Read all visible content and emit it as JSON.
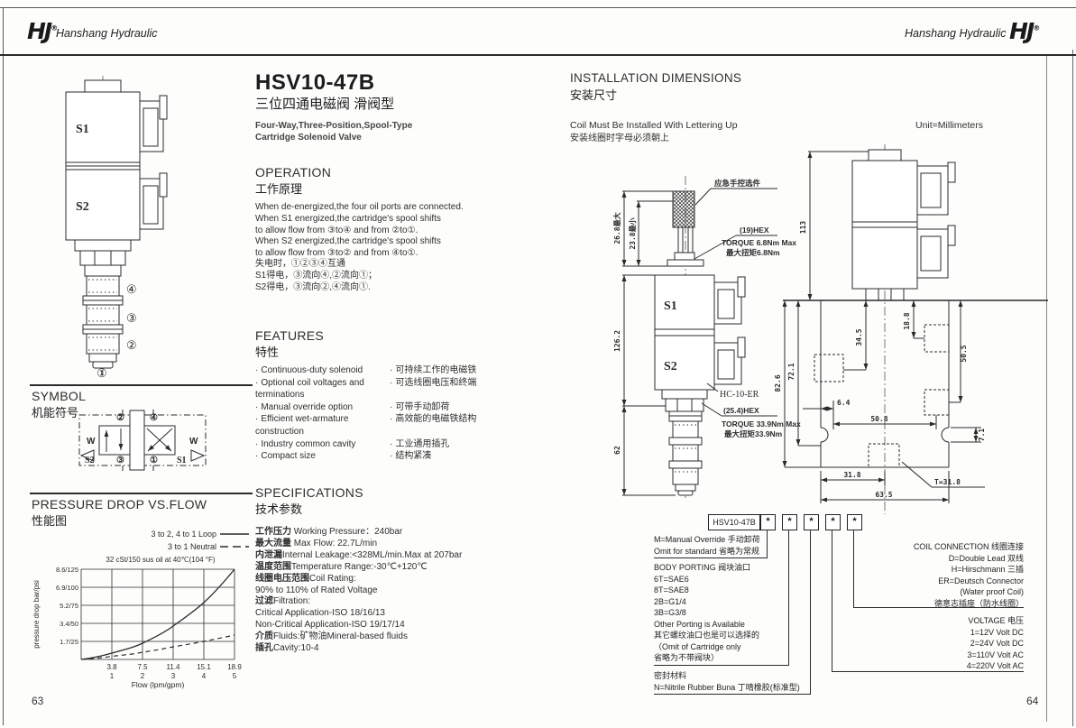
{
  "page": {
    "left_number": "63",
    "right_number": "64"
  },
  "header": {
    "brand": "Hanshang Hydraulic",
    "logo": "HJ",
    "reg": "®"
  },
  "title": {
    "model": "HSV10-47B",
    "model_cn": "三位四通电磁阀 滑阀型",
    "sub1": "Four-Way,Three-Position,Spool-Type",
    "sub2": "Cartridge Solenoid Valve"
  },
  "valve_drawing": {
    "s1": "S1",
    "s2": "S2",
    "p4": "④",
    "p3": "③",
    "p2": "②",
    "p1": "①"
  },
  "operation": {
    "en": "OPERATION",
    "cn": "工作原理",
    "en_lines": [
      "When de-energized,the four oil ports are connected.",
      "When S1 energized,the cartridge's spool shifts",
      "to allow flow from ③to④ and from ②to①.",
      "When S2 energized,the cartridge's spool shifts",
      "to allow flow from ③to② and from ④to①."
    ],
    "cn_lines": [
      "失电时，①②③④互通",
      "S1得电，③流向④,②流向①；",
      "S2得电，③流向②,④流向①."
    ]
  },
  "symbol": {
    "en": "SYMBOL",
    "cn": "机能符号",
    "p2": "②",
    "p4": "④",
    "p3": "③",
    "p1": "①",
    "s2": "S2",
    "s1": "S1",
    "w_left": "W",
    "w_right": "W"
  },
  "features": {
    "en": "FEATURES",
    "cn": "特性",
    "items": [
      {
        "en": "Continuous-duty solenoid",
        "cn": "可持续工作的电磁铁"
      },
      {
        "en": "Optional coil voltages and terminations",
        "cn": "可选线圈电压和终端"
      },
      {
        "en": "Manual override option",
        "cn": "可带手动卸荷"
      },
      {
        "en": "Efficient wet-armature construction",
        "cn": "高效能的电磁铁结构"
      },
      {
        "en": "Industry common cavity",
        "cn": "工业通用插孔"
      },
      {
        "en": "Compact size",
        "cn": "结构紧凑"
      }
    ]
  },
  "pressure_chart": {
    "en": "PRESSURE DROP VS.FLOW",
    "cn": "性能图",
    "legend1": "3 to 2, 4 to 1 Loop",
    "legend2": "3 to 1 Neutral",
    "note": "32 cSt/150 sus oil at 40℃(104 °F)",
    "ylabel": "pressure drop bar/psi",
    "xlabel": "Flow (lpm/gpm)",
    "y_ticks": [
      "8.6/125",
      "6.9/100",
      "5.2/75",
      "3.4/50",
      "1.7/25"
    ],
    "x_ticks_lpm": [
      "3.8",
      "7.5",
      "11.4",
      "15.1",
      "18.9"
    ],
    "x_ticks_gpm": [
      "1",
      "2",
      "3",
      "4",
      "5"
    ]
  },
  "chart_data": {
    "type": "line",
    "x_lpm": [
      0,
      3.8,
      7.5,
      11.4,
      15.1,
      18.9
    ],
    "series": [
      {
        "name": "3 to 2, 4 to 1 Loop",
        "style": "solid",
        "values_bar": [
          0,
          0.6,
          1.5,
          3.2,
          5.4,
          8.6
        ]
      },
      {
        "name": "3 to 1 Neutral",
        "style": "dashed",
        "values_bar": [
          0,
          0.3,
          0.7,
          1.2,
          1.7,
          2.3
        ]
      }
    ],
    "xlabel": "Flow (lpm/gpm)",
    "ylabel": "pressure drop bar/psi",
    "ylim": [
      0,
      8.6
    ],
    "xlim": [
      0,
      18.9
    ],
    "grid": true,
    "legend_position": "top",
    "note": "32 cSt/150 sus oil at 40℃(104 °F)"
  },
  "specifications": {
    "en": "SPECIFICATIONS",
    "cn": "技术参数",
    "rows": [
      {
        "cn": "工作压力",
        "en": "Working Pressure：240bar"
      },
      {
        "cn": "最大流量",
        "en": "Max Flow: 22.7L/min"
      },
      {
        "cn": "内泄漏",
        "en": "Internal Leakage:<328ML/min.Max at 207bar"
      },
      {
        "cn": "温度范围",
        "en": "Temperature Range:-30℃+120℃"
      },
      {
        "cn": "线圈电压范围",
        "en": "Coil Rating:"
      },
      {
        "cn": "",
        "en": "90% to 110% of Rated Voltage"
      },
      {
        "cn": "过滤",
        "en": "Filtration:"
      },
      {
        "cn": "",
        "en": "Critical Application-ISO 18/16/13"
      },
      {
        "cn": "",
        "en": "Non-Critical Application-ISO 19/17/14"
      },
      {
        "cn": "介质",
        "en": "Fluids:矿物油Mineral-based fluids"
      },
      {
        "cn": "插孔",
        "en": "Cavity:10-4"
      }
    ]
  },
  "installation": {
    "en": "INSTALLATION DIMENSIONS",
    "cn": "安装尺寸",
    "note_en": "Coil Must Be Installed With Lettering Up",
    "note_cn": "安装线圈时字母必须朝上",
    "unit": "Unit=Millimeters",
    "left_view": {
      "s1": "S1",
      "s2": "S2",
      "manual": "应急手控选件",
      "hex19": "(19)HEX",
      "torque19": "TORQUE 6.8Nm Max",
      "torque19cn": "最大扭矩6.8Nm",
      "coil_model": "HC-10-ER",
      "hex254": "(25.4)HEX",
      "torque339": "TORQUE 33.9Nm Max",
      "torque339cn": "最大扭矩33.9Nm",
      "dim_268": "26.8最大",
      "dim_238": "23.8最小",
      "dim_1262": "126.2",
      "dim_62": "62"
    },
    "right_view": {
      "dim_113": "113",
      "dim_188": "18.8",
      "dim_345": "34.5",
      "dim_505": "50.5",
      "dim_721": "72.1",
      "dim_826": "82.6",
      "dim_64": "6.4",
      "dim_508": "50.8",
      "dim_71": "7.1",
      "dim_318": "31.8",
      "dim_635": "63.5",
      "dim_t318": "T=31.8"
    }
  },
  "ordering": {
    "model": "HSV10-47B",
    "star": "*",
    "manual": [
      "M=Manual Override 手动卸荷",
      "Omit for standard 省略为常规"
    ],
    "porting": [
      "BODY PORTING 阀块油口",
      "6T=SAE6",
      "8T=SAE8",
      "2B=G1/4",
      "3B=G3/8",
      "Other Porting is Available",
      "其它螺纹油口也是可以选择的",
      "（Omit of Cartridge only",
      "省略为不带阀块）"
    ],
    "seal": [
      "密封材料",
      "N=Nitrile Rubber Buna 丁晴橡胶(标准型)"
    ],
    "coil": [
      "COIL CONNECTION 线圈连接",
      "D=Double Lead  双线",
      "H=Hirschmann  三插",
      "ER=Deutsch Connector",
      "(Water proof Coil)",
      "德意志插座（防水线圈）"
    ],
    "voltage": [
      "VOLTAGE 电压",
      "1=12V Volt DC",
      "2=24V Volt DC",
      "3=110V Volt AC",
      "4=220V Volt AC"
    ]
  }
}
